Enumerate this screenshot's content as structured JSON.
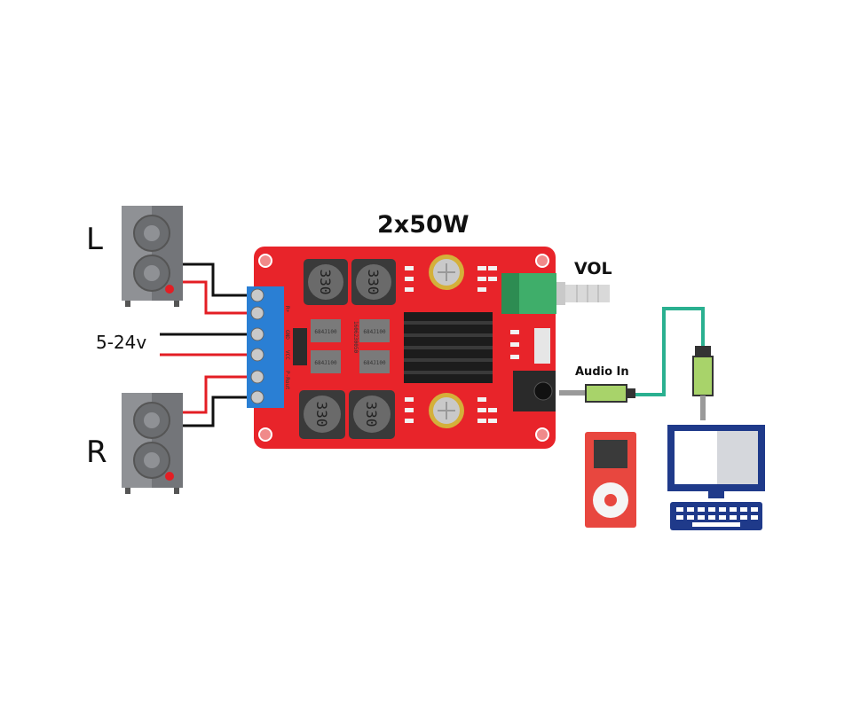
{
  "title": "2x50W",
  "speaker_left_label": "L",
  "speaker_right_label": "R",
  "power_label": "5-24v",
  "volume_label": "VOL",
  "audio_in_label": "Audio In",
  "board": {
    "inductor_marking": "330",
    "capacitor_marking": "684J100",
    "chip_marking": "1606230050",
    "terminal_labels": [
      "R+",
      "GND",
      "VCC",
      "P-Rout"
    ]
  },
  "colors": {
    "board": "#e8242a",
    "terminal": "#2a7fd4",
    "speaker": "#8f9195",
    "wire_power": "#e31e24",
    "wire_ground": "#111111",
    "audio_cable": "#2ab090",
    "plug": "#a8d36a",
    "player": "#e8473f",
    "computer": "#1f3a8a"
  }
}
